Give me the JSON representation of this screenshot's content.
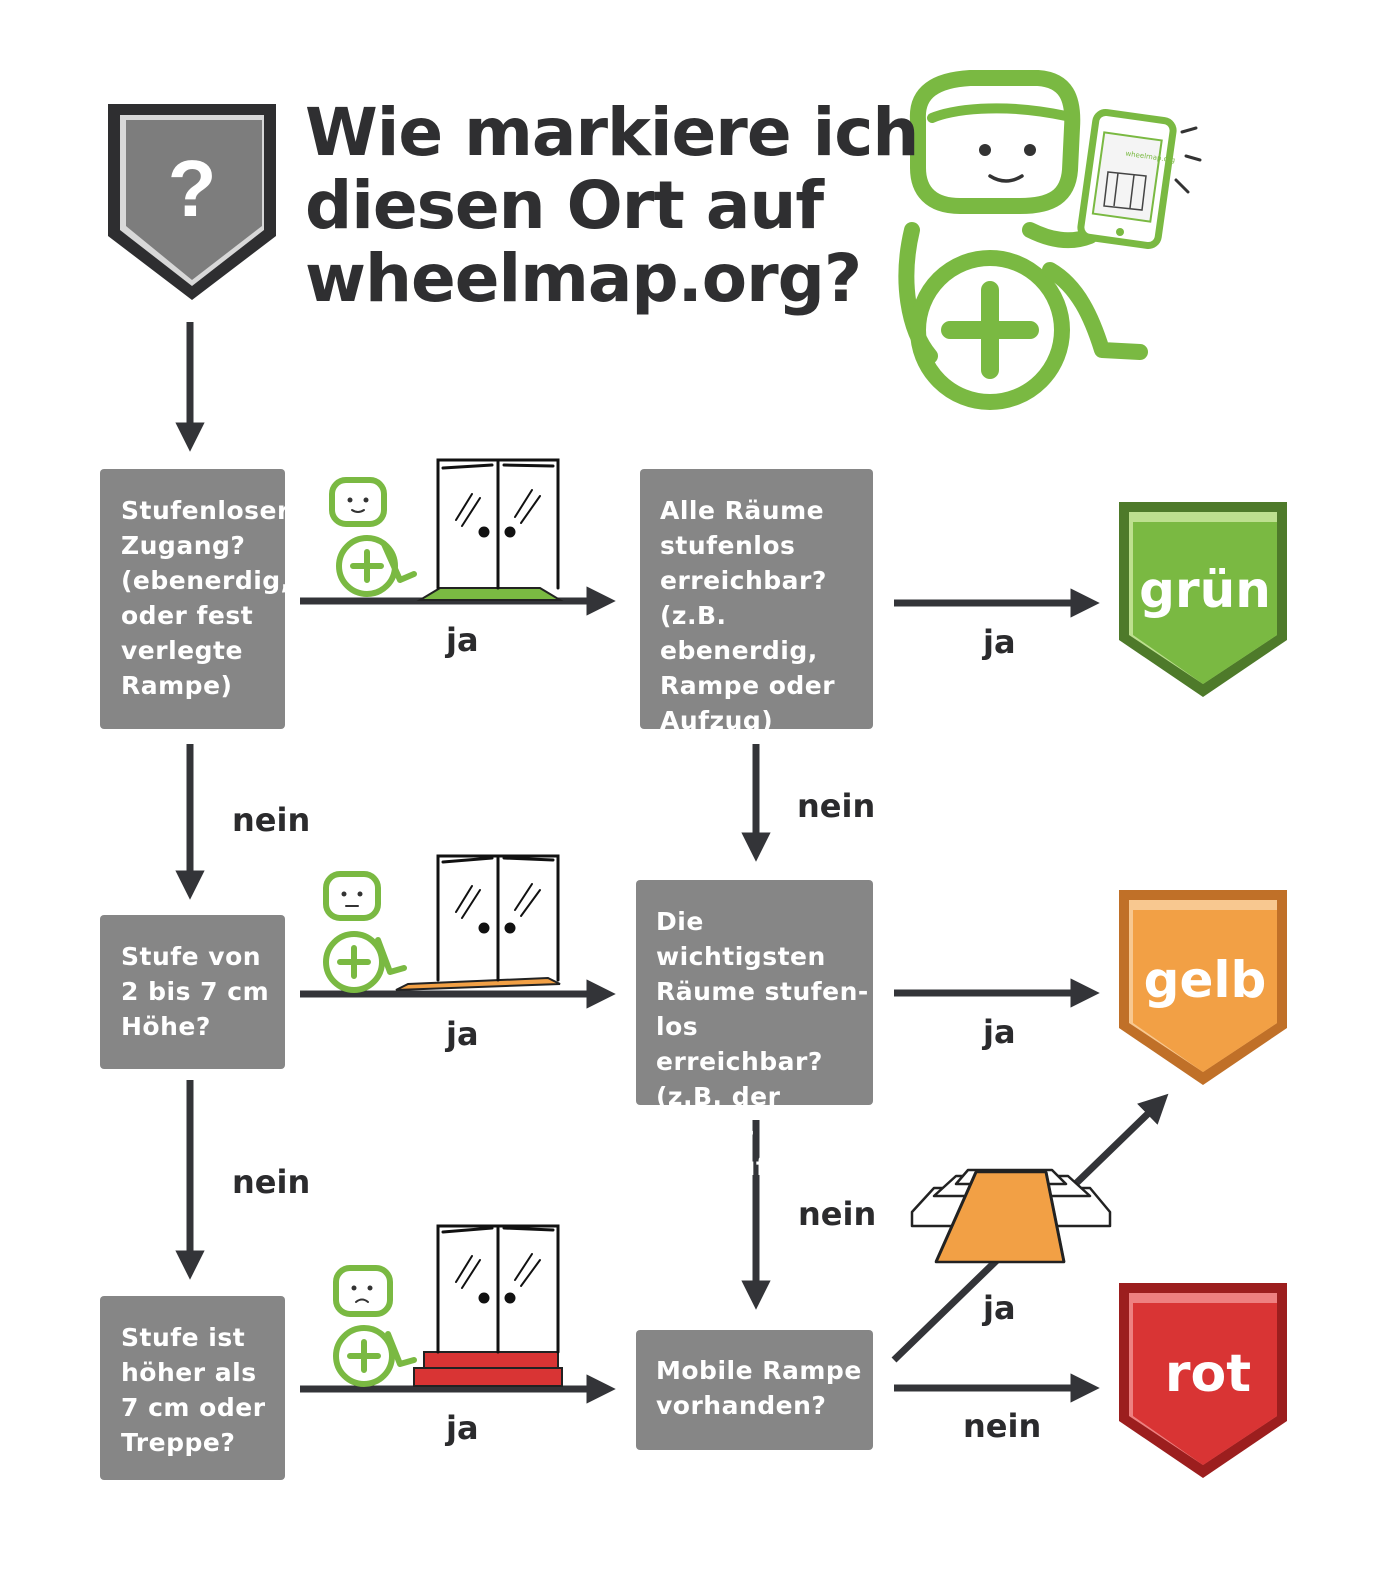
{
  "title": "Wie markiere ich\ndiesen Ort auf\nwheelmap.org?",
  "shield_symbol": "?",
  "questions": {
    "q1": "Stufenloser\nZugang?\n(ebenerdig,\noder fest\nverlegte\nRampe)",
    "q2": "Stufe von\n2 bis 7 cm\nHöhe?",
    "q3": "Stufe ist\nhöher als\n7 cm oder\nTreppe?",
    "q4": "Alle Räume\nstufenlos\nerreichbar?\n(z.B. ebenerdig,\nRampe oder\nAufzug)",
    "q5": "Die wichtigsten\nRäume stufen-\nlos erreichbar?\n(z.B. der Haupt-\nverkaufsraum)",
    "q6": "Mobile Rampe\nvorhanden?"
  },
  "labels": {
    "ja": "ja",
    "nein": "nein"
  },
  "results": {
    "green": "grün",
    "yellow": "gelb",
    "red": "rot"
  },
  "phone_text": "wheelmap.org",
  "icons": [
    "question-shield-icon",
    "wheelchair-mascot-icon",
    "phone-icon",
    "door-icon",
    "ramp-icon",
    "arrow-icon"
  ],
  "colors": {
    "box": "#868686",
    "arrow": "#333438",
    "green": "#7ab942",
    "green_dark": "#4e7a2a",
    "yellow": "#f2a045",
    "yellow_dark": "#c07028",
    "red": "#d93434",
    "red_dark": "#9c1e1e",
    "shield_gray": "#7d7d7d",
    "shield_dark": "#2e2e30"
  }
}
